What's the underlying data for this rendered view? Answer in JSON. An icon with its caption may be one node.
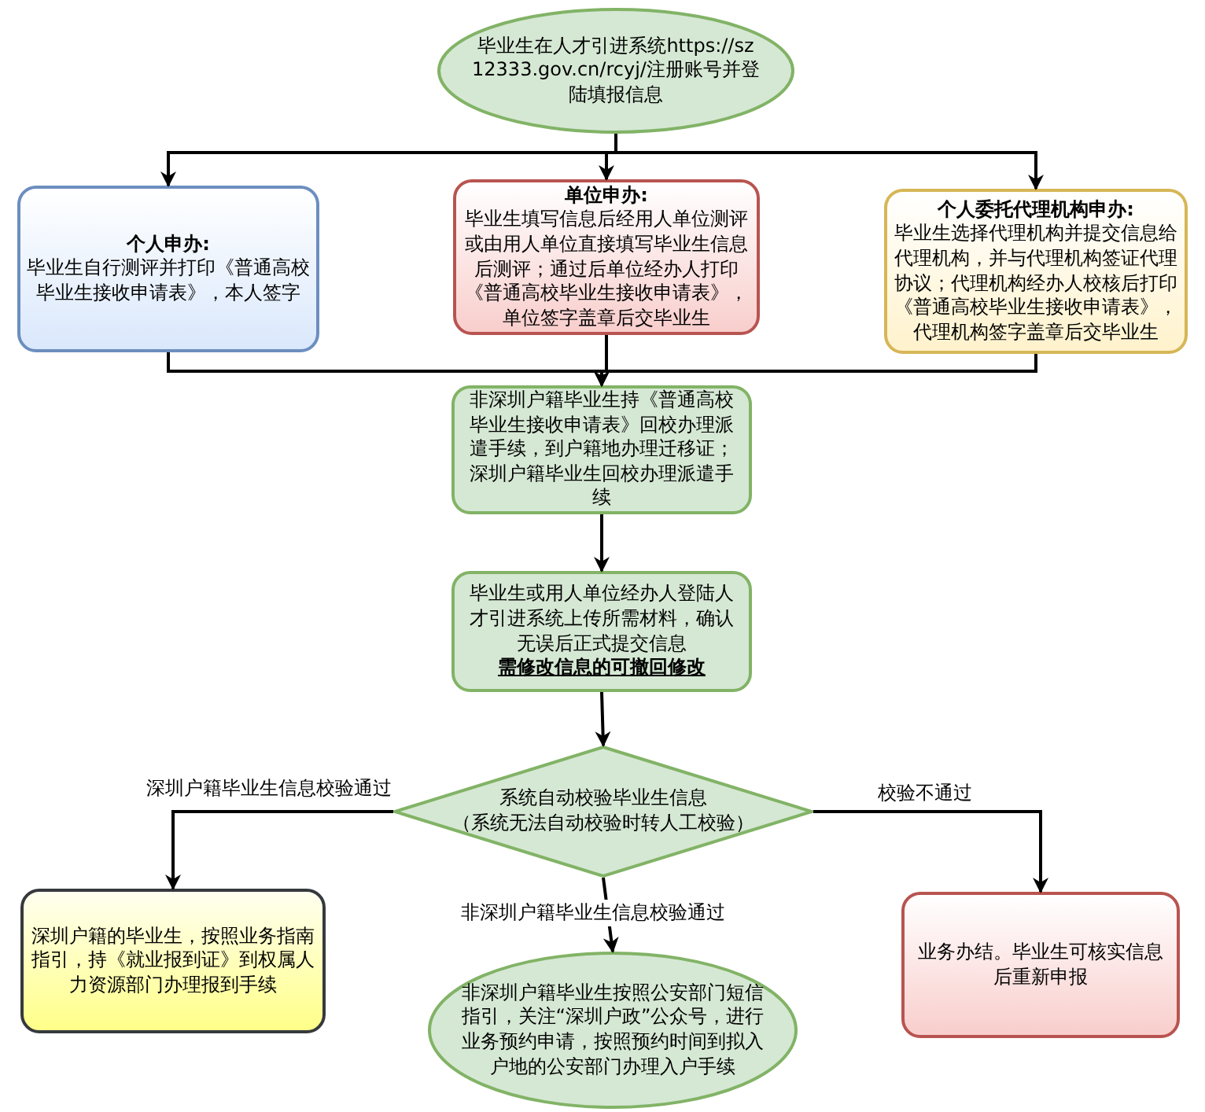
{
  "diagram": {
    "nodes": [
      {
        "text": [
          "毕业生在人才引进系统https://sz12333.gov.cn/rcyj/注册账号并登陆填报信息"
        ]
      },
      {
        "text": [
          "个人申办:",
          "毕业生自行测评并打印《普通高校毕业生接收申请表》，本人签字"
        ]
      },
      {
        "text": [
          "单位申办:",
          "毕业生填写信息后经用人单位测评或由用人单位直接填写毕业生信息后测评；通过后单位经办人打印《普通高校毕业生接收申请表》，单位签字盖章后交毕业生"
        ]
      },
      {
        "text": [
          "个人委托代理机构申办:",
          "毕业生选择代理机构并提交信息给代理机构，并与代理机构签证代理协议；代理机构经办人校核后打印《普通高校毕业生接收申请表》，代理机构签字盖章后交毕业生"
        ]
      },
      {
        "text": [
          "非深圳户籍毕业生持《普通高校毕业生接收申请表》回校办理派遣手续，到户籍地办理迁移证；深圳户籍毕业生回校办理派遣手续"
        ]
      },
      {
        "text": [
          "毕业生或用人单位经办人登陆人才引进系统上传所需材料，确认无误后正式提交信息",
          "需修改信息的可撤回修改"
        ]
      },
      {
        "text": [
          "系统自动校验毕业生信息",
          "（系统无法自动校验时转人工校验）"
        ]
      },
      {
        "text": [
          "深圳户籍的毕业生，按照业务指南指引，持《就业报到证》到权属人力资源部门办理报到手续"
        ]
      },
      {
        "text": [
          "非深圳户籍毕业生按照公安部门短信指引，关注“深圳户政”公众号，进行业务预约申请，按照预约时间到拟入户地的公安部门办理入户手续"
        ]
      },
      {
        "text": [
          "业务办结。毕业生可核实信息后重新申报"
        ]
      }
    ],
    "edges": [
      {
        "from": 0,
        "to": 1,
        "arrow": "to"
      },
      {
        "from": 0,
        "to": 2,
        "arrow": "to"
      },
      {
        "from": 0,
        "to": 3,
        "arrow": "to"
      },
      {
        "from": 1,
        "to": 4,
        "arrow": "to"
      },
      {
        "from": 2,
        "to": 4,
        "arrow": "to"
      },
      {
        "from": 3,
        "to": 4,
        "arrow": "to"
      },
      {
        "from": 4,
        "to": 5,
        "arrow": "to"
      },
      {
        "from": 5,
        "to": 6,
        "arrow": "to"
      },
      {
        "from": 6,
        "to": 7,
        "arrow": "to",
        "label": "深圳户籍毕业生信息校验通过"
      },
      {
        "from": 6,
        "to": 8,
        "arrow": "to",
        "label": "非深圳户籍毕业生信息校验通过"
      },
      {
        "from": 6,
        "to": 9,
        "arrow": "to",
        "label": "校验不通过"
      }
    ]
  }
}
